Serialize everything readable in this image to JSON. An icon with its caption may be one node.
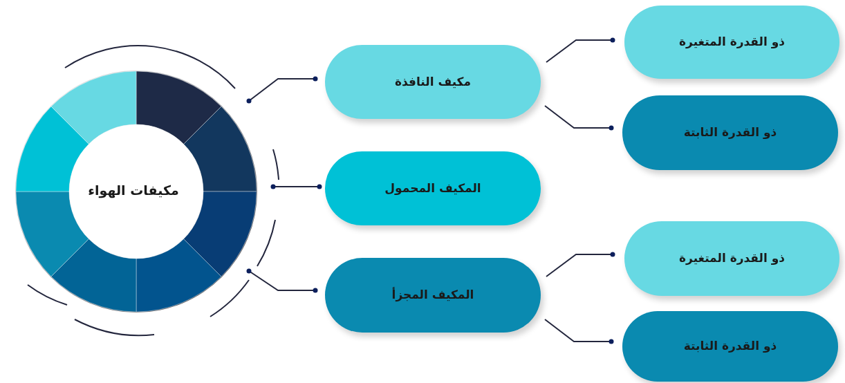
{
  "diagram": {
    "nodes": [
      {
        "text": [
          "مكيفات الهواء"
        ]
      },
      {
        "text": [
          "مكيف النافذة"
        ]
      },
      {
        "text": [
          "المكيف المحمول"
        ]
      },
      {
        "text": [
          "المكيف المجزأ"
        ]
      },
      {
        "text": [
          "ذو القدرة المتغيرة"
        ]
      },
      {
        "text": [
          "ذو القدرة الثابتة"
        ]
      },
      {
        "text": [
          "ذو القدرة المتغيرة"
        ]
      },
      {
        "text": [
          "ذو القدرة الثابتة"
        ]
      }
    ],
    "edges": [
      {
        "from": 0,
        "to": 1,
        "arrow": "other"
      },
      {
        "from": 0,
        "to": 2,
        "arrow": "other"
      },
      {
        "from": 0,
        "to": 3,
        "arrow": "other"
      },
      {
        "from": 1,
        "to": 4,
        "arrow": "other"
      },
      {
        "from": 1,
        "to": 5,
        "arrow": "other"
      },
      {
        "from": 3,
        "to": 6,
        "arrow": "other"
      },
      {
        "from": 3,
        "to": 7,
        "arrow": "other"
      }
    ]
  }
}
